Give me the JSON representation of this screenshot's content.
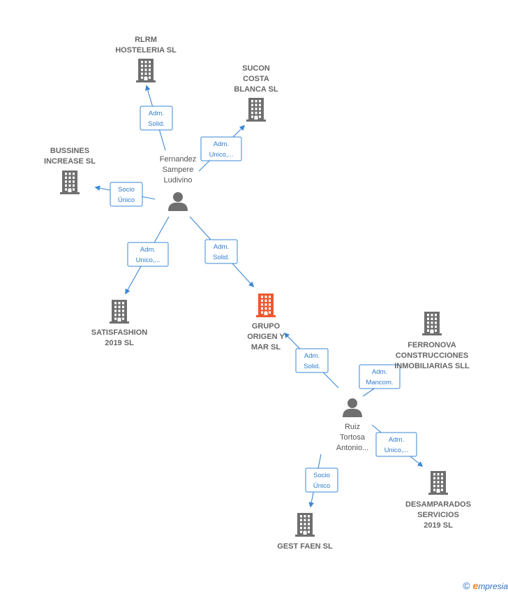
{
  "colors": {
    "company_icon": "#6f6f6f",
    "main_company_icon": "#f0582d",
    "person_icon": "#6f6f6f",
    "edge": "#3a87d6",
    "label_text": "#666666"
  },
  "nodes": [
    {
      "id": "rlrm",
      "type": "company",
      "icon": "building-icon",
      "lines": [
        "RLRM",
        "HOSTELERIA SL"
      ]
    },
    {
      "id": "sucon",
      "type": "company",
      "icon": "building-icon",
      "lines": [
        "SUCON",
        "COSTA",
        "BLANCA  SL"
      ]
    },
    {
      "id": "bussines",
      "type": "company",
      "icon": "building-icon",
      "lines": [
        "BUSSINES",
        "INCREASE  SL"
      ]
    },
    {
      "id": "fernandez",
      "type": "person",
      "icon": "person-icon",
      "lines": [
        "Fernandez",
        "Sampere",
        "Ludivino"
      ]
    },
    {
      "id": "satisfashion",
      "type": "company",
      "icon": "building-icon",
      "lines": [
        "SATISFASHION",
        "2019  SL"
      ]
    },
    {
      "id": "grupo",
      "type": "main",
      "icon": "building-icon",
      "lines": [
        "GRUPO",
        "ORIGEN Y",
        "MAR  SL"
      ]
    },
    {
      "id": "ferronova",
      "type": "company",
      "icon": "building-icon",
      "lines": [
        "FERRONOVA",
        "CONSTRUCCIONES",
        "INMOBILIARIAS SLL"
      ]
    },
    {
      "id": "ruiz",
      "type": "person",
      "icon": "person-icon",
      "lines": [
        "Ruiz",
        "Tortosa",
        "Antonio..."
      ]
    },
    {
      "id": "desamparados",
      "type": "company",
      "icon": "building-icon",
      "lines": [
        "DESAMPARADOS",
        "SERVICIOS",
        "2019  SL"
      ]
    },
    {
      "id": "gestfaen",
      "type": "company",
      "icon": "building-icon",
      "lines": [
        "GEST FAEN  SL"
      ]
    }
  ],
  "edges": [
    {
      "from": "fernandez",
      "to": "rlrm",
      "label": [
        "Adm.",
        "Solid."
      ]
    },
    {
      "from": "fernandez",
      "to": "sucon",
      "label": [
        "Adm.",
        "Unico,..."
      ]
    },
    {
      "from": "fernandez",
      "to": "bussines",
      "label": [
        "Socio",
        "Único"
      ]
    },
    {
      "from": "fernandez",
      "to": "satisfashion",
      "label": [
        "Adm.",
        "Unico,..."
      ]
    },
    {
      "from": "fernandez",
      "to": "grupo",
      "label": [
        "Adm.",
        "Solid."
      ]
    },
    {
      "from": "ruiz",
      "to": "grupo",
      "label": [
        "Adm.",
        "Solid."
      ]
    },
    {
      "from": "ruiz",
      "to": "ferronova",
      "label": [
        "Adm.",
        "Mancom."
      ]
    },
    {
      "from": "ruiz",
      "to": "desamparados",
      "label": [
        "Adm.",
        "Unico,..."
      ]
    },
    {
      "from": "ruiz",
      "to": "gestfaen",
      "label": [
        "Socio",
        "Único"
      ]
    }
  ],
  "watermark": {
    "copyright": "©",
    "brand_initial": "e",
    "brand_rest": "mpresia"
  }
}
